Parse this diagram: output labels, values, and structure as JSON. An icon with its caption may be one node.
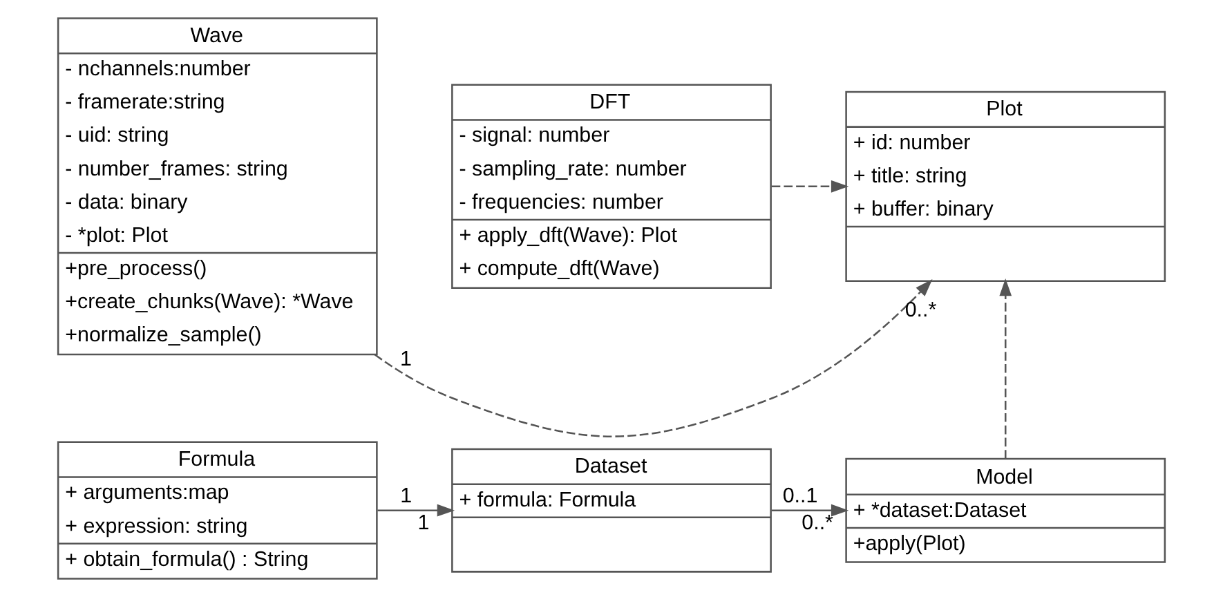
{
  "diagram": {
    "nodes": [
      {
        "text": [
          "Plot",
          "+ id: number",
          "+ title: string",
          "+ buffer: binary"
        ]
      },
      {
        "text": [
          "Wave",
          "- nchannels:number",
          "- framerate:string",
          "- uid: string",
          "- number_frames: string",
          "- data: binary",
          "- *plot: Plot",
          "+pre_process()",
          "+create_chunks(Wave): *Wave",
          "+normalize_sample()"
        ]
      },
      {
        "text": [
          "DFT",
          "- signal: number",
          "- sampling_rate: number",
          "- frequencies: number",
          "+ apply_dft(Wave): Plot",
          "+ compute_dft(Wave)"
        ]
      },
      {
        "text": [
          "Model",
          "+ *dataset:Dataset",
          "+apply(Plot)"
        ]
      },
      {
        "text": [
          "Dataset",
          "+ formula: Formula"
        ]
      },
      {
        "text": [
          "Formula",
          "+ arguments:map",
          "+ expression: string",
          "+ obtain_formula() : String"
        ]
      }
    ],
    "edges": [
      {
        "from": 2,
        "to": 0,
        "arrow": "to",
        "style": "dashed"
      },
      {
        "from": 1,
        "to": 0,
        "arrow": "to",
        "style": "dashed"
      },
      {
        "from": 3,
        "to": 0,
        "arrow": "to",
        "style": "dashed"
      },
      {
        "from": 4,
        "to": 3,
        "arrow": "to"
      },
      {
        "from": 5,
        "to": 4,
        "arrow": "to"
      }
    ],
    "labels": [
      "1",
      "0..*",
      "0..1",
      "0..*",
      "1",
      "1"
    ]
  }
}
